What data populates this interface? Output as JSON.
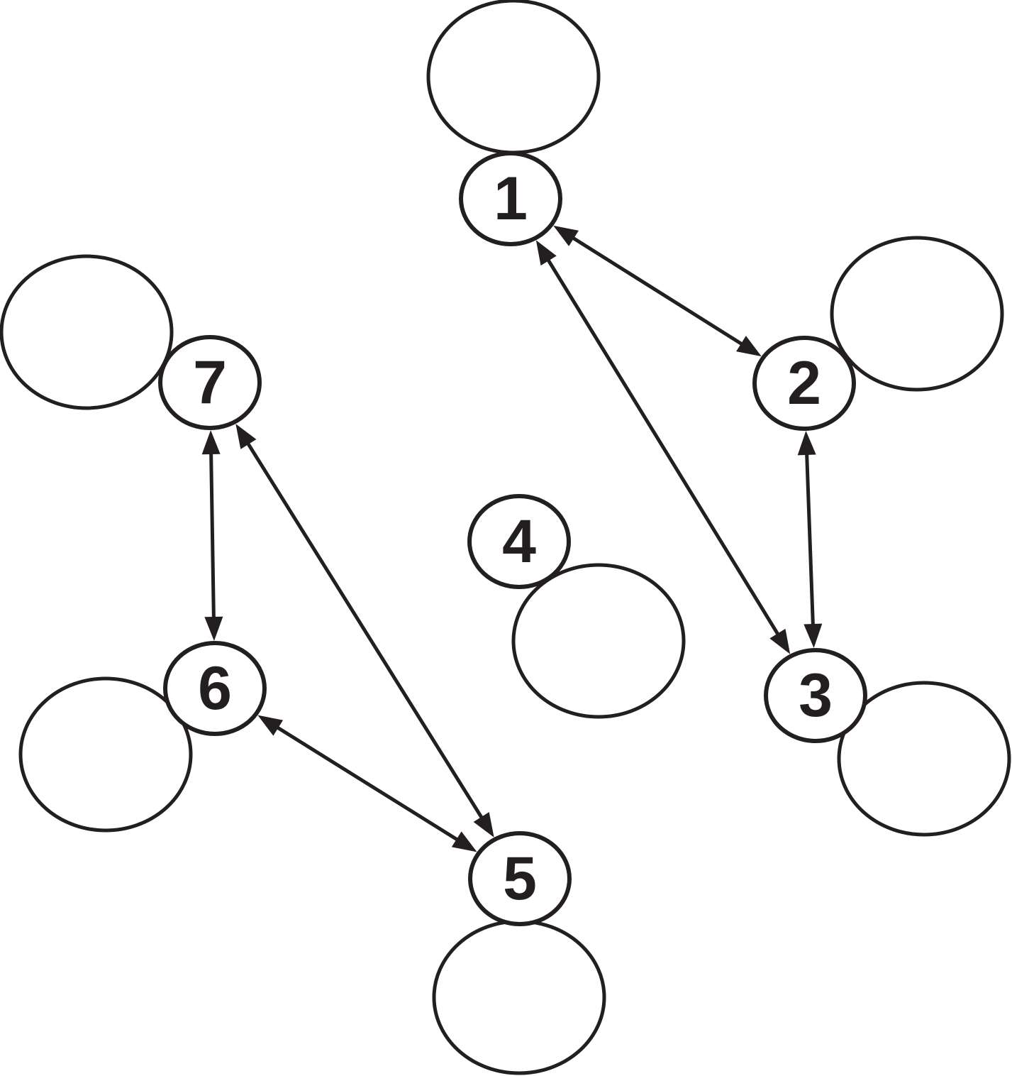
{
  "nodes": [
    {
      "id": "1",
      "label": "1"
    },
    {
      "id": "2",
      "label": "2"
    },
    {
      "id": "3",
      "label": "3"
    },
    {
      "id": "4",
      "label": "4"
    },
    {
      "id": "5",
      "label": "5"
    },
    {
      "id": "6",
      "label": "6"
    },
    {
      "id": "7",
      "label": "7"
    }
  ],
  "edges": [
    {
      "from": "1",
      "to": "2",
      "direction": "both"
    },
    {
      "from": "1",
      "to": "3",
      "direction": "both"
    },
    {
      "from": "2",
      "to": "3",
      "direction": "both"
    },
    {
      "from": "7",
      "to": "6",
      "direction": "both"
    },
    {
      "from": "7",
      "to": "5",
      "direction": "both"
    },
    {
      "from": "6",
      "to": "5",
      "direction": "both"
    }
  ],
  "colors": {
    "stroke": "#231f20",
    "background": "#ffffff"
  }
}
